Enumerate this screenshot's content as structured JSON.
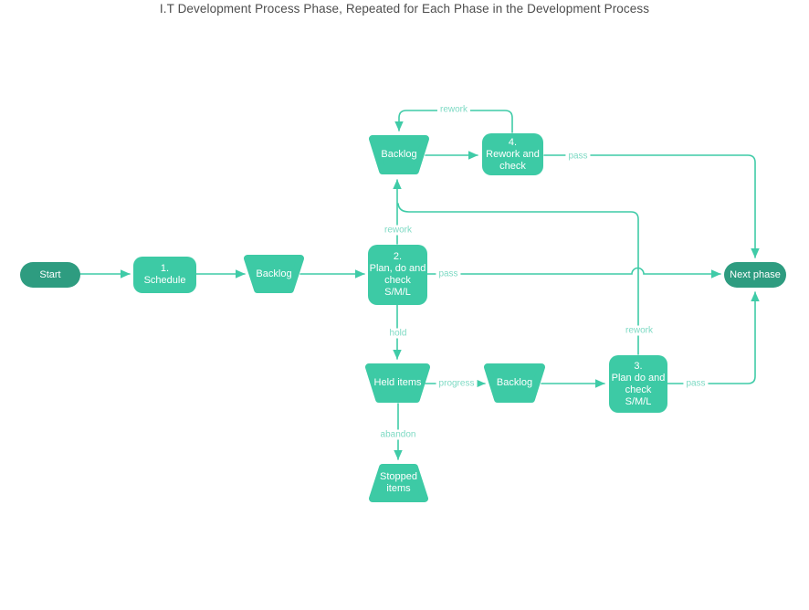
{
  "title": "I.T Development Process Phase, Repeated for Each Phase in the Development Process",
  "colors": {
    "node_fill": "#3DCAA5",
    "terminal_fill": "#2E9C80",
    "connector": "#3FCBA7",
    "edge_label_text": "#7EDAC4",
    "title_text": "#4d4d4d",
    "node_text": "#ffffff"
  },
  "nodes": {
    "start": {
      "label": "Start",
      "shape": "terminal-pill"
    },
    "schedule": {
      "label": "1.\nSchedule",
      "shape": "rounded-rect"
    },
    "backlog_main": {
      "label": "Backlog",
      "shape": "trapezoid"
    },
    "plan2": {
      "label": "2.\nPlan, do and\ncheck\nS/M/L",
      "shape": "rounded-rect"
    },
    "backlog_top": {
      "label": "Backlog",
      "shape": "trapezoid"
    },
    "rework4": {
      "label": "4.\nRework and\ncheck",
      "shape": "rounded-rect"
    },
    "next_phase": {
      "label": "Next phase",
      "shape": "terminal-pill"
    },
    "held_items": {
      "label": "Held items",
      "shape": "trapezoid"
    },
    "backlog_held": {
      "label": "Backlog",
      "shape": "trapezoid"
    },
    "plan3": {
      "label": "3.\nPlan do and\ncheck\nS/M/L",
      "shape": "rounded-rect"
    },
    "stopped": {
      "label": "Stopped\nitems",
      "shape": "trapezoid-inverted"
    }
  },
  "edge_labels": {
    "rework_top": "rework",
    "pass_rework4": "pass",
    "rework_plan2": "rework",
    "pass_plan2": "pass",
    "rework_plan3": "rework",
    "hold": "hold",
    "progress": "progress",
    "pass_plan3": "pass",
    "abandon": "abandon"
  }
}
